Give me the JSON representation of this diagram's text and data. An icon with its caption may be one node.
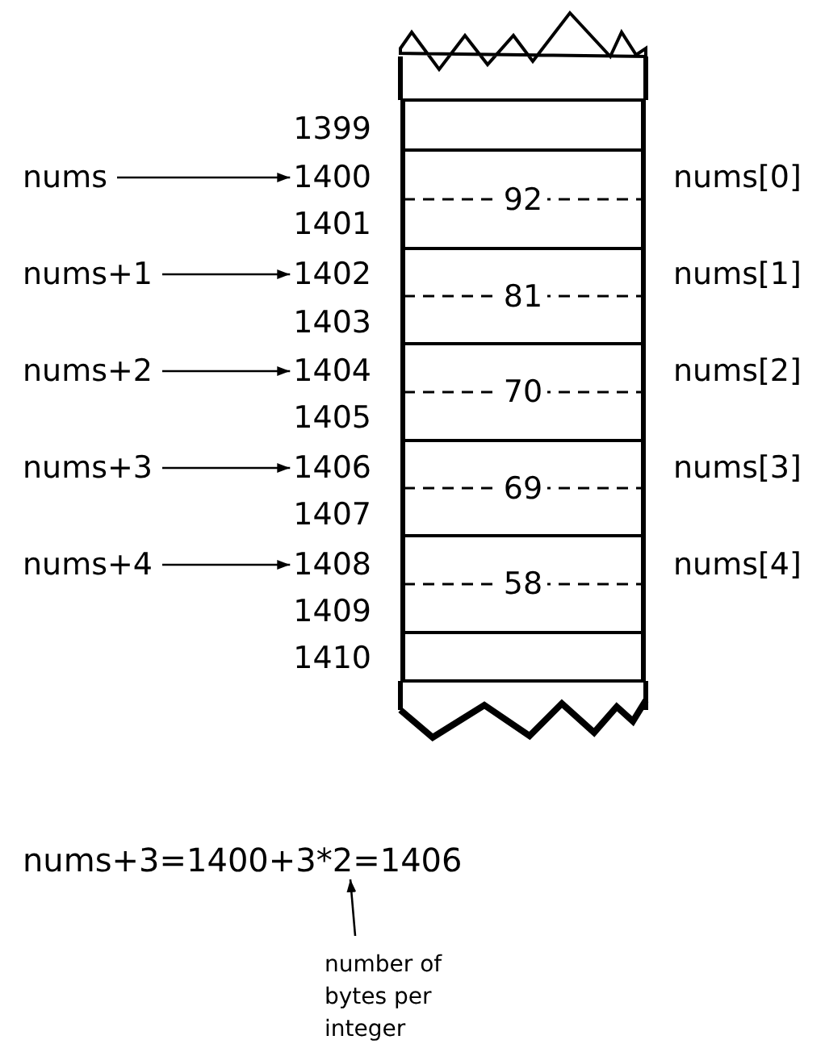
{
  "diagram": {
    "nodes": [
      {
        "text": [],
        "shape": "box"
      },
      {
        "text": [
          "92"
        ]
      },
      {
        "text": [
          "81"
        ]
      },
      {
        "text": [
          "70"
        ]
      },
      {
        "text": [
          "69"
        ]
      },
      {
        "text": [
          "58"
        ]
      },
      {
        "text": [],
        "shape": "box"
      },
      {
        "text": [
          "nums"
        ]
      },
      {
        "text": [
          "1400"
        ]
      },
      {
        "text": [
          "nums+1"
        ]
      },
      {
        "text": [
          "1402"
        ]
      },
      {
        "text": [
          "nums+2"
        ]
      },
      {
        "text": [
          "1404"
        ]
      },
      {
        "text": [
          "nums+3"
        ]
      },
      {
        "text": [
          "1406"
        ]
      },
      {
        "text": [
          "nums+4"
        ]
      },
      {
        "text": [
          "1408"
        ]
      },
      {
        "text": [
          "number of bytes per integer"
        ]
      },
      {
        "text": [
          "nums+3=1400+3*2=1406"
        ]
      }
    ],
    "edges": [
      {
        "from": 7,
        "to": 8,
        "arrow": "to"
      },
      {
        "from": 9,
        "to": 10,
        "arrow": "to"
      },
      {
        "from": 11,
        "to": 12,
        "arrow": "to"
      },
      {
        "from": 13,
        "to": 14,
        "arrow": "to"
      },
      {
        "from": 15,
        "to": 16,
        "arrow": "to"
      },
      {
        "from": 17,
        "to": 18,
        "arrow": "to"
      }
    ],
    "labels": [
      "1399",
      "1401",
      "1403",
      "1405",
      "1407",
      "1409",
      "1410",
      "nums[0]",
      "nums[1]",
      "nums[2]",
      "nums[3]",
      "nums[4]"
    ]
  }
}
